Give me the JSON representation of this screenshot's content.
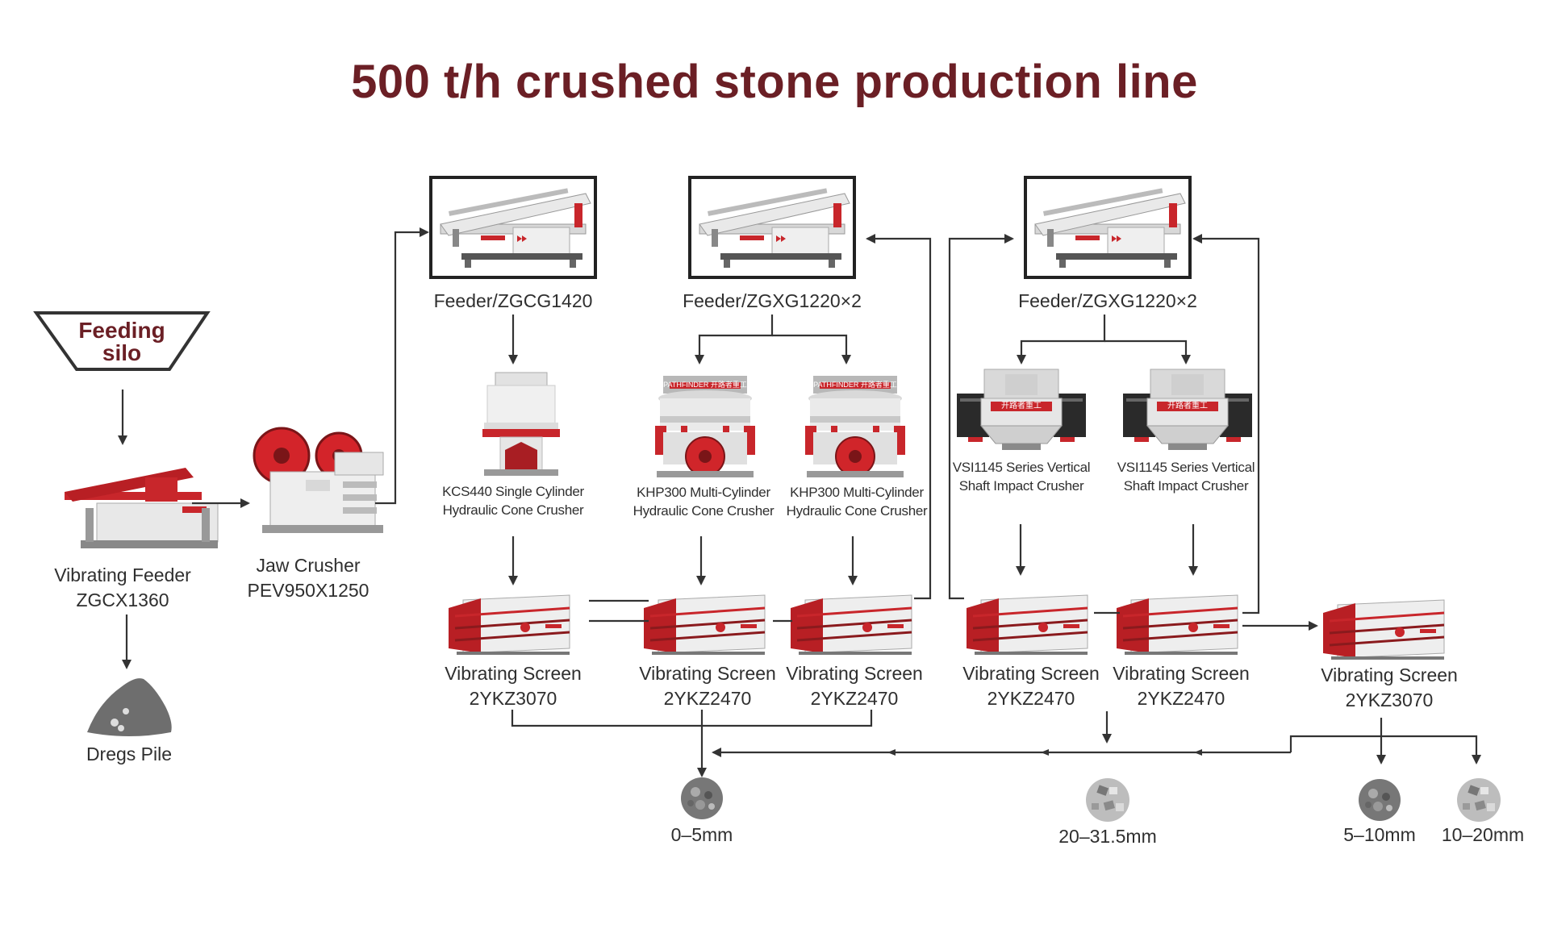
{
  "title": "500 t/h crushed stone production line",
  "feeding_silo": {
    "line1": "Feeding",
    "line2": "silo"
  },
  "vibrating_feeder": {
    "name": "Vibrating Feeder",
    "model": "ZGCX1360"
  },
  "jaw_crusher": {
    "name": "Jaw Crusher",
    "model": "PEV950X1250"
  },
  "dregs_pile": {
    "label": "Dregs Pile"
  },
  "feeders": [
    {
      "label": "Feeder/ZGCG1420"
    },
    {
      "label": "Feeder/ZGXG1220×2"
    },
    {
      "label": "Feeder/ZGXG1220×2"
    }
  ],
  "crushers": [
    {
      "line1": "KCS440 Single Cylinder",
      "line2": "Hydraulic Cone Crusher"
    },
    {
      "line1": "KHP300 Multi-Cylinder",
      "line2": "Hydraulic Cone Crusher"
    },
    {
      "line1": "KHP300 Multi-Cylinder",
      "line2": "Hydraulic Cone Crusher"
    },
    {
      "line1": "VSI1145 Series Vertical",
      "line2": "Shaft Impact Crusher"
    },
    {
      "line1": "VSI1145 Series Vertical",
      "line2": "Shaft Impact Crusher"
    }
  ],
  "crusher_brand": {
    "pathfinder": "PATHFINDER 开路者重工",
    "vsi": "开路者重工",
    "khp": "KHP300"
  },
  "screens": [
    {
      "name": "Vibrating Screen",
      "model": "2YKZ3070"
    },
    {
      "name": "Vibrating Screen",
      "model": "2YKZ2470"
    },
    {
      "name": "Vibrating Screen",
      "model": "2YKZ2470"
    },
    {
      "name": "Vibrating Screen",
      "model": "2YKZ2470"
    },
    {
      "name": "Vibrating Screen",
      "model": "2YKZ2470"
    },
    {
      "name": "Vibrating Screen",
      "model": "2YKZ3070"
    }
  ],
  "products": [
    {
      "label": "0–5mm"
    },
    {
      "label": "20–31.5mm"
    },
    {
      "label": "5–10mm"
    },
    {
      "label": "10–20mm"
    }
  ],
  "colors": {
    "title": "#6b1f25",
    "machine_red": "#c8262b",
    "line": "#444444",
    "frame": "#222222"
  }
}
